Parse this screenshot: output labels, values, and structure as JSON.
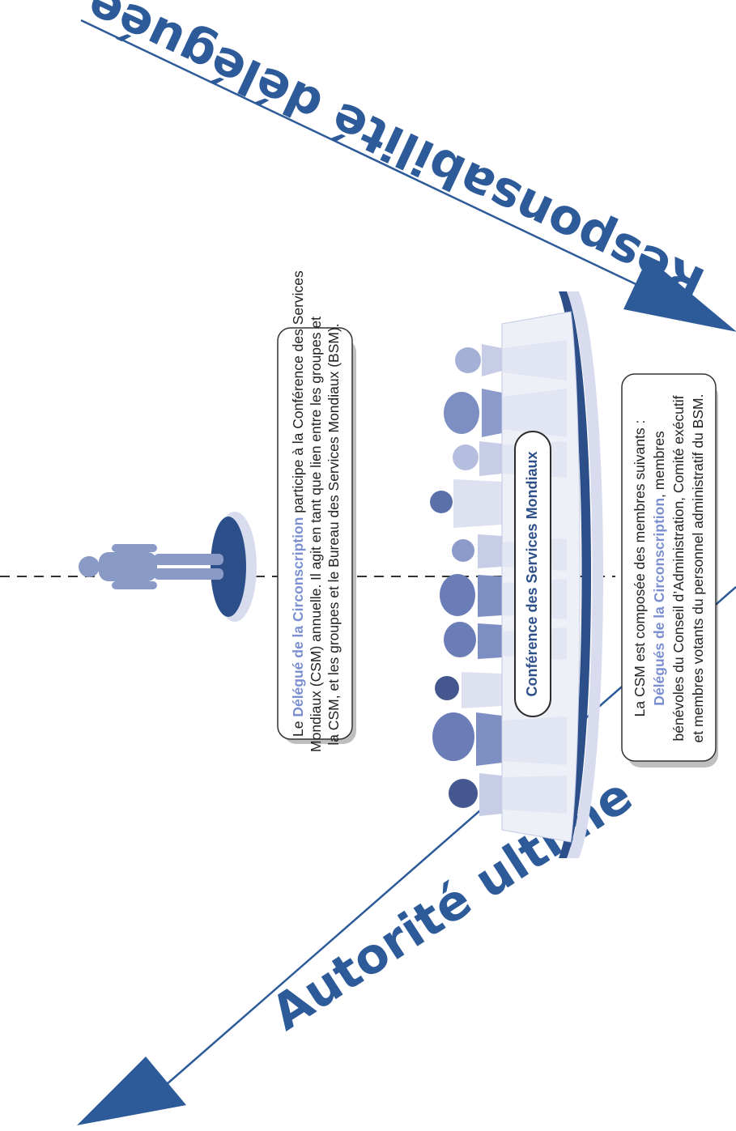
{
  "arrows": {
    "top_label": "Responsabilité déléguée",
    "bottom_label": "Autorité ultime"
  },
  "delegate_box": {
    "line1_pre": "Le ",
    "line1_highlight": "Délégué de la Circonscription",
    "line1_post": " participe à la Conférence des Services",
    "line2": "Mondiaux (CSM) annuelle. Il agit en tant que lien entre les groupes et",
    "line3": "la CSM, et les groupes et le Bureau des Services Mondiaux (BSM)."
  },
  "conference_label": "Conférence des Services Mondiaux",
  "members_box": {
    "line1": "La CSM est composée des membres suivants :",
    "line2_highlight": "Délégués de la Circonscription",
    "line2_post": ", membres",
    "line3": "bénévoles du Conseil d’Administration, Comité exécutif",
    "line4": "et membres votants du personnel administratif du BSM."
  },
  "colors": {
    "accent": "#2d5a99",
    "highlight": "#7b8fd0",
    "disk_dark": "#2c4f8a",
    "disk_light": "#d9dcef"
  }
}
